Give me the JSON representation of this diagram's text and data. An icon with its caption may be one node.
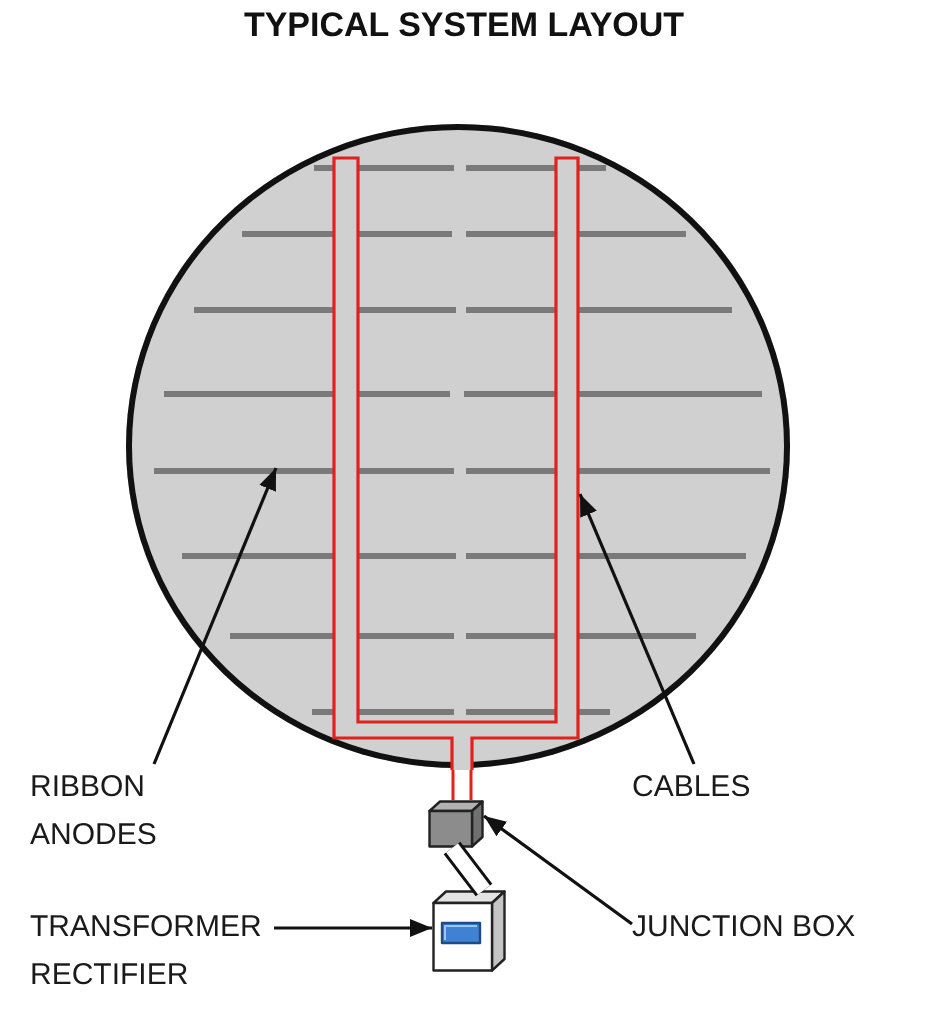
{
  "diagram": {
    "title": "TYPICAL SYSTEM LAYOUT",
    "nodes": [
      {
        "text": [],
        "shape": "circle"
      },
      {
        "text": [],
        "shape": "bar",
        "in": 0
      },
      {
        "text": [],
        "shape": "line",
        "in": 0
      },
      {
        "text": [
          "RIBBON ANODES"
        ]
      },
      {
        "text": [
          "CABLES"
        ]
      },
      {
        "text": [],
        "shape": "box"
      },
      {
        "text": [
          "JUNCTION BOX"
        ]
      },
      {
        "text": [
          "TRANSFORMER RECTIFIER"
        ]
      },
      {
        "text": [],
        "shape": "box"
      }
    ],
    "edges": [
      {
        "from": 3,
        "to": 1,
        "arrow": "to"
      },
      {
        "from": 4,
        "to": 2,
        "arrow": "to"
      },
      {
        "from": 5,
        "to": 2,
        "arrow": "none",
        "style": "thick",
        "color": "#e3211c"
      },
      {
        "from": 5,
        "to": 8,
        "arrow": "none",
        "style": "thick"
      },
      {
        "from": 6,
        "to": 5,
        "arrow": "to"
      },
      {
        "from": 7,
        "to": 8,
        "arrow": "to"
      }
    ]
  }
}
